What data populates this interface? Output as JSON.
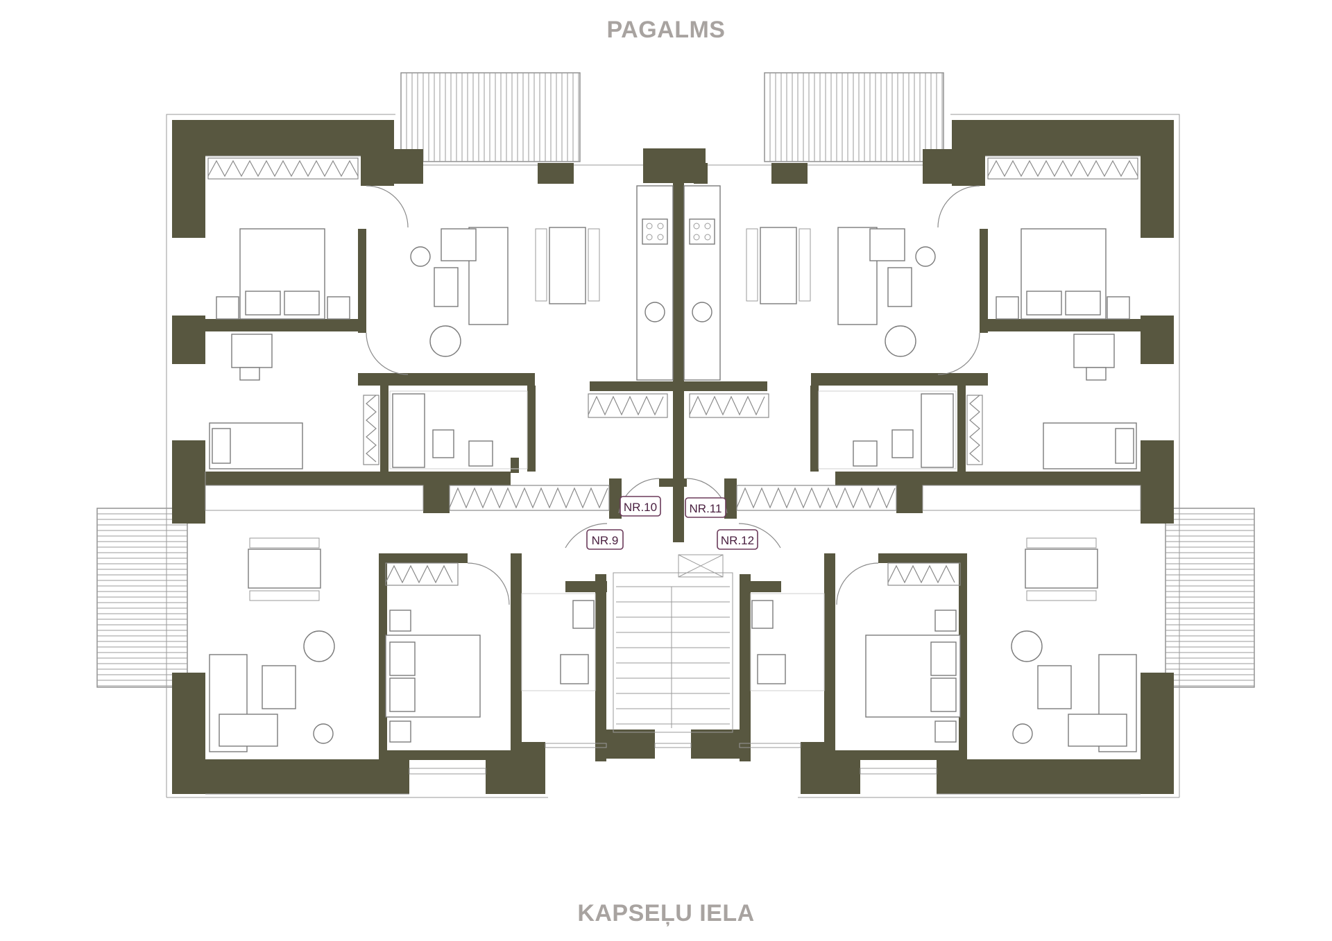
{
  "labels": {
    "top_street": "PAGALMS",
    "bottom_street": "KAPSEĻU IELA"
  },
  "apartments": [
    {
      "id": "nr9",
      "label": "NR.9"
    },
    {
      "id": "nr10",
      "label": "NR.10"
    },
    {
      "id": "nr11",
      "label": "NR.11"
    },
    {
      "id": "nr12",
      "label": "NR.12"
    }
  ],
  "colors": {
    "wall": "#585740",
    "label": "#a8a3a0",
    "tag_border": "#6b3a5a",
    "line": "#8a8a8a"
  }
}
